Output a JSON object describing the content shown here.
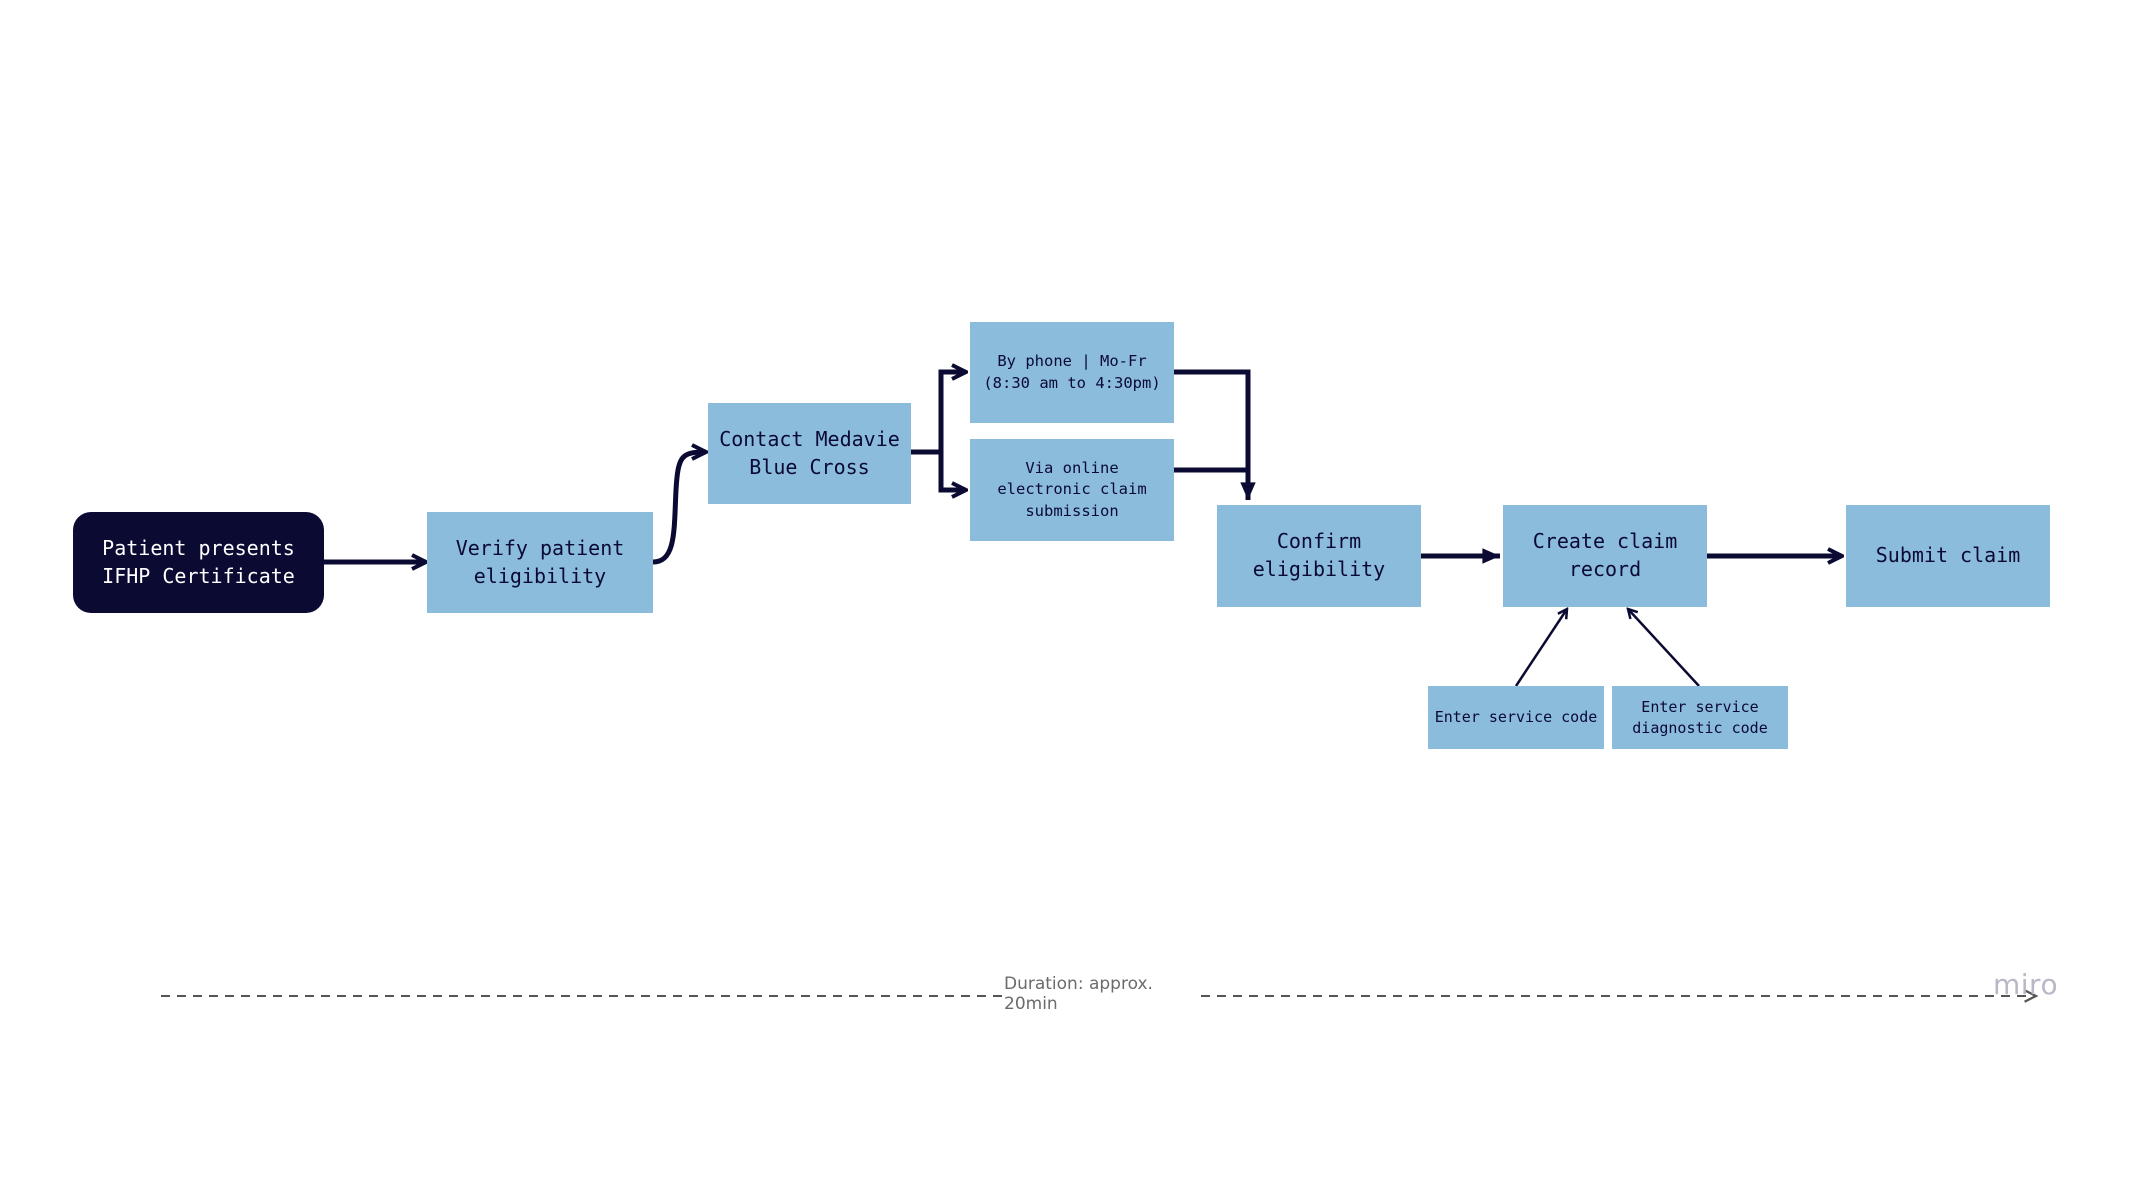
{
  "nodes": {
    "start": "Patient presents\nIFHP Certificate",
    "verify": "Verify patient\neligibility",
    "contact": "Contact Medavie\nBlue Cross",
    "phone": "By phone | Mo-Fr\n(8:30 am to 4:30pm)",
    "online": "Via online\nelectronic claim\nsubmission",
    "confirm": "Confirm\neligibility",
    "create": "Create claim\nrecord",
    "submit": "Submit claim",
    "service_code": "Enter service code",
    "diagnostic_code": "Enter service\ndiagnostic code"
  },
  "timeline": {
    "label": "Duration: approx. 20min"
  },
  "watermark": "miro",
  "colors": {
    "node_fill": "#8bbcdc",
    "start_fill": "#0b0a33",
    "edge": "#0b0a33",
    "timeline": "#555555"
  }
}
